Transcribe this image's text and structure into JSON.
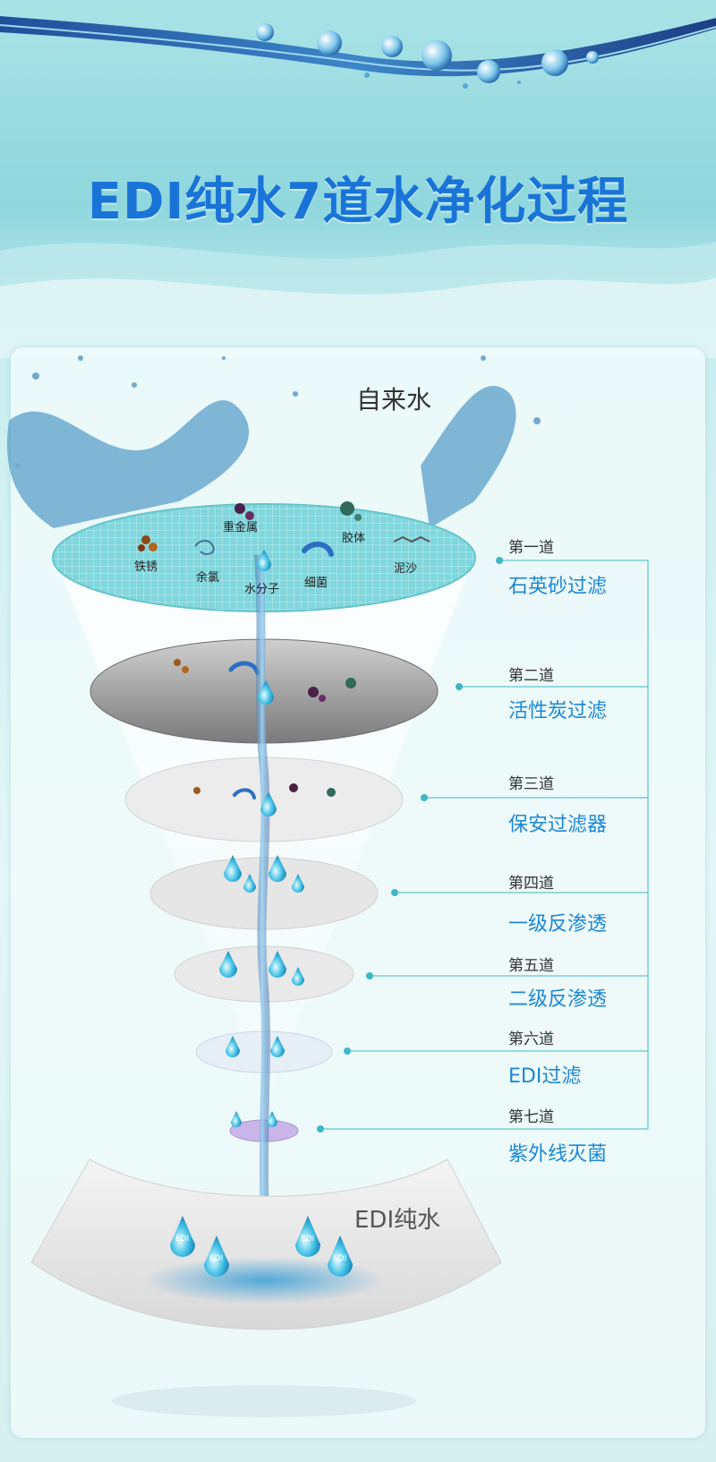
{
  "title": "EDI纯水7道水净化过程",
  "top_label": "自来水",
  "bottom_label": "EDI纯水",
  "contaminants": [
    "重金属",
    "胶体",
    "铁锈",
    "余氯",
    "水分子",
    "细菌",
    "泥沙"
  ],
  "drop_label": "EDI",
  "stages": [
    {
      "num": "第一道",
      "name": "石英砂过滤"
    },
    {
      "num": "第二道",
      "name": "活性炭过滤"
    },
    {
      "num": "第三道",
      "name": "保安过滤器"
    },
    {
      "num": "第四道",
      "name": "一级反渗透"
    },
    {
      "num": "第五道",
      "name": "二级反渗透"
    },
    {
      "num": "第六道",
      "name": "EDI过滤"
    },
    {
      "num": "第七道",
      "name": "紫外线灭菌"
    }
  ],
  "colors": {
    "title": "#1a74d8",
    "stage_name": "#1d87d6",
    "connector": "#3fb6c4"
  }
}
